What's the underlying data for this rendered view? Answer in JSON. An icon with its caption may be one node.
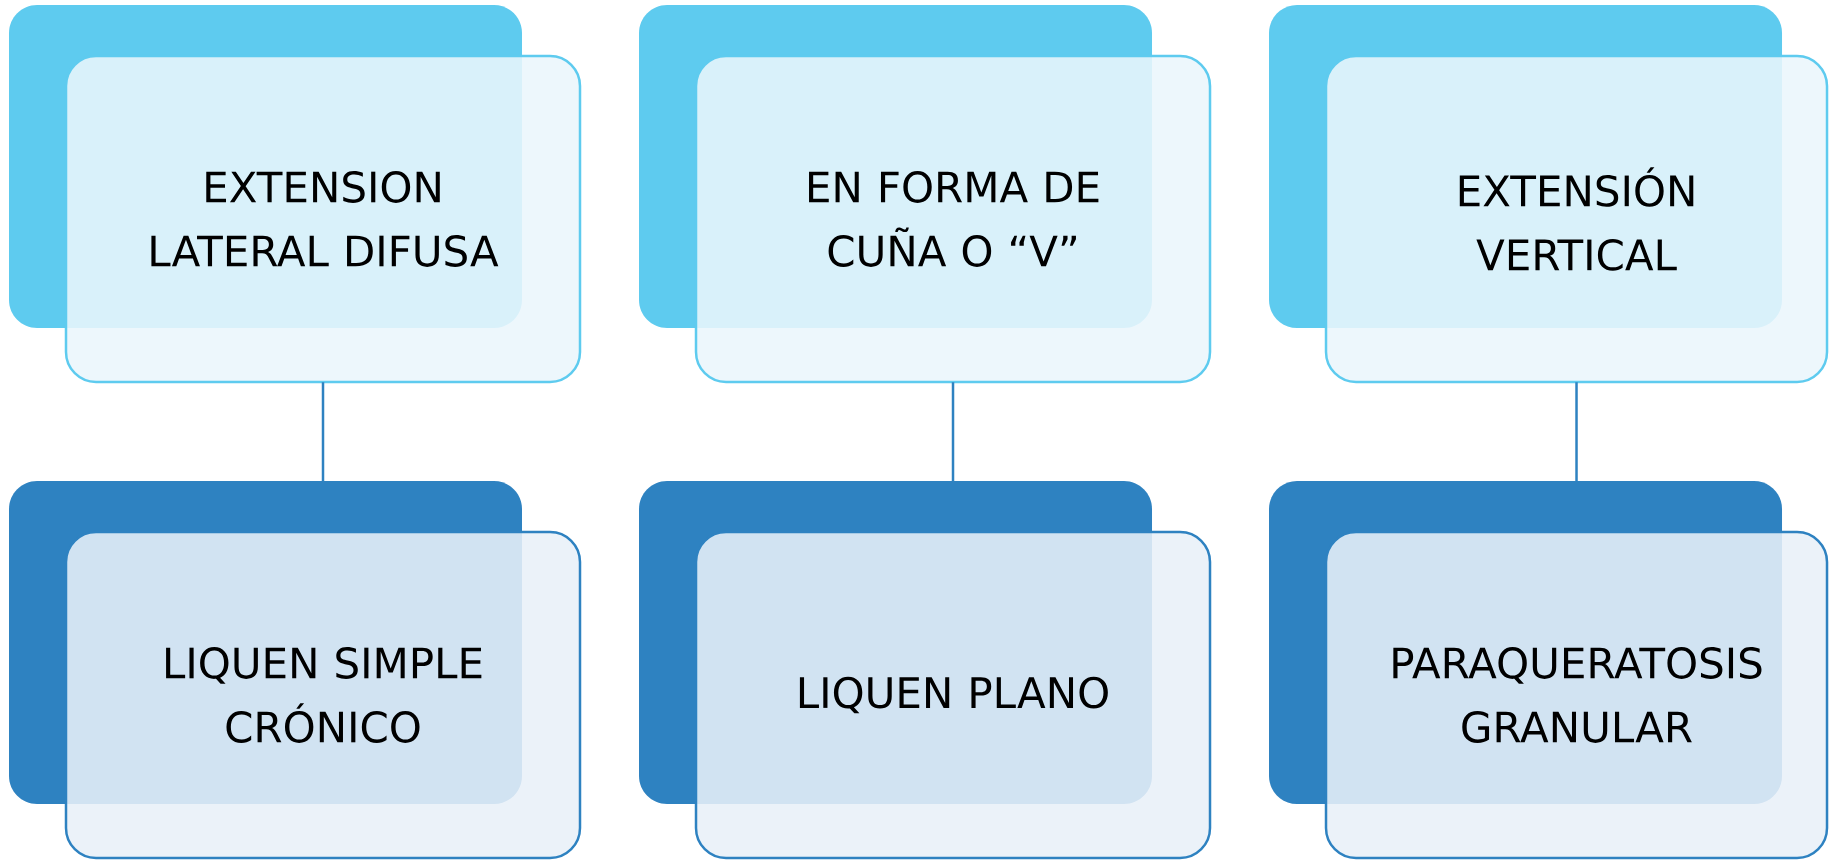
{
  "diagram": {
    "nodes": [
      {
        "text": [
          "EXTENSION LATERAL DIFUSA"
        ]
      },
      {
        "text": [
          "EN FORMA DE CUÑA O “V”"
        ]
      },
      {
        "text": [
          "EXTENSIÓN VERTICAL"
        ]
      },
      {
        "text": [
          "LIQUEN SIMPLE CRÓNICO"
        ]
      },
      {
        "text": [
          "LIQUEN PLANO"
        ]
      },
      {
        "text": [
          "PARAQUERATOSIS GRANULAR"
        ]
      }
    ],
    "edges": [
      {
        "from": 0,
        "to": 3,
        "arrow": "none"
      },
      {
        "from": 1,
        "to": 4,
        "arrow": "none"
      },
      {
        "from": 2,
        "to": 5,
        "arrow": "none"
      }
    ]
  }
}
